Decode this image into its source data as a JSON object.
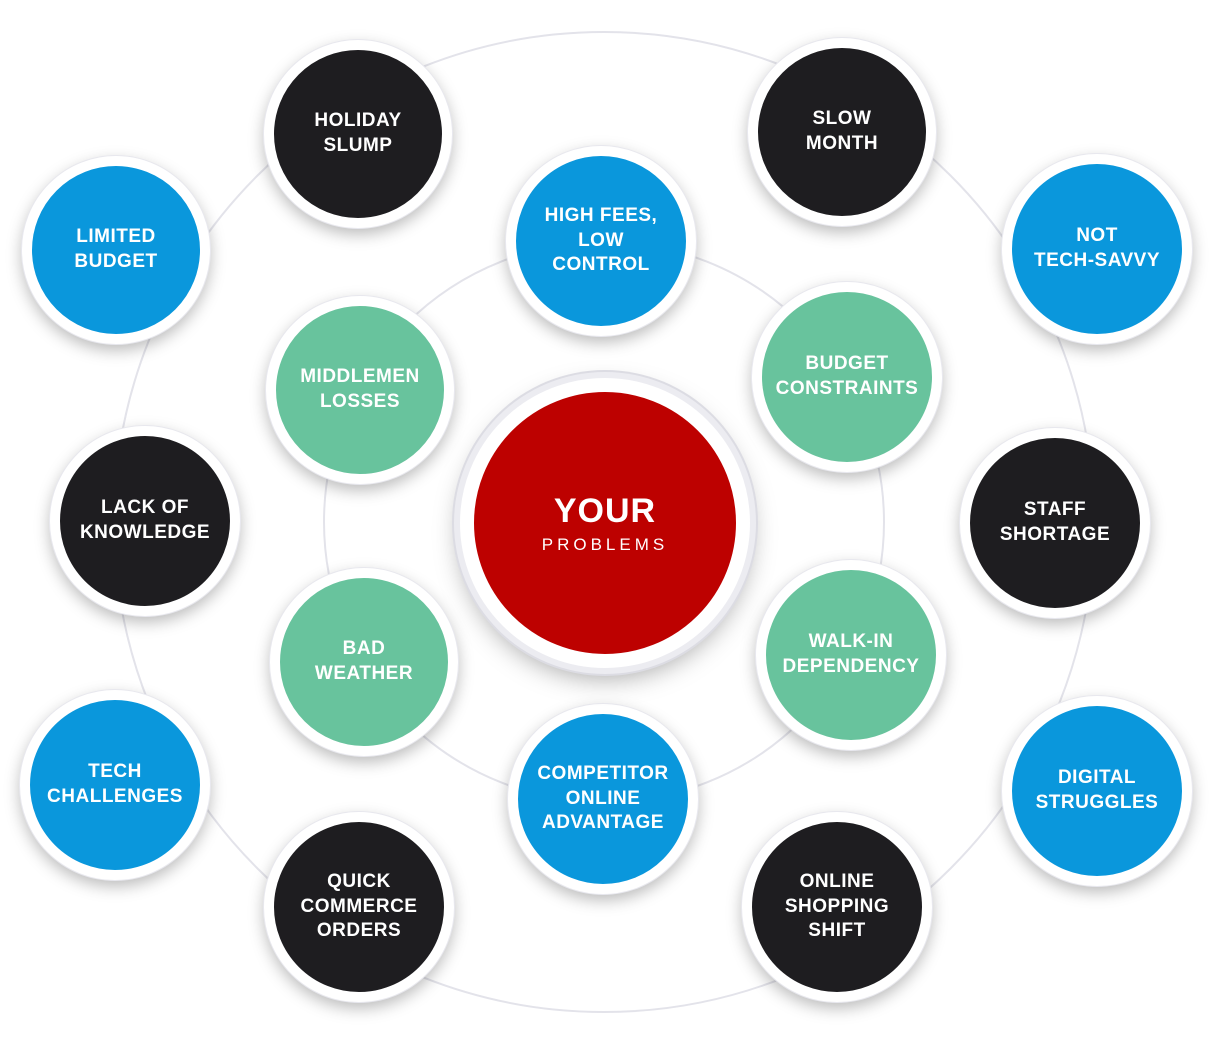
{
  "center": {
    "title": "YOUR",
    "subtitle": "PROBLEMS",
    "color": "#bd0100"
  },
  "colors": {
    "black": "#1e1d20",
    "blue": "#0a97dc",
    "green": "#68c39d"
  },
  "problems": [
    {
      "label": "HOLIDAY\nSLUMP",
      "color": "black"
    },
    {
      "label": "SLOW\nMONTH",
      "color": "black"
    },
    {
      "label": "LIMITED\nBUDGET",
      "color": "blue"
    },
    {
      "label": "HIGH FEES,\nLOW\nCONTROL",
      "color": "blue"
    },
    {
      "label": "NOT\nTECH-SAVVY",
      "color": "blue"
    },
    {
      "label": "MIDDLEMEN\nLOSSES",
      "color": "green"
    },
    {
      "label": "BUDGET\nCONSTRAINTS",
      "color": "green"
    },
    {
      "label": "LACK OF\nKNOWLEDGE",
      "color": "black"
    },
    {
      "label": "STAFF\nSHORTAGE",
      "color": "black"
    },
    {
      "label": "BAD\nWEATHER",
      "color": "green"
    },
    {
      "label": "WALK-IN\nDEPENDENCY",
      "color": "green"
    },
    {
      "label": "TECH\nCHALLENGES",
      "color": "blue"
    },
    {
      "label": "COMPETITOR\nONLINE\nADVANTAGE",
      "color": "blue"
    },
    {
      "label": "DIGITAL\nSTRUGGLES",
      "color": "blue"
    },
    {
      "label": "QUICK\nCOMMERCE\nORDERS",
      "color": "black"
    },
    {
      "label": "ONLINE\nSHOPPING\nSHIFT",
      "color": "black"
    }
  ]
}
